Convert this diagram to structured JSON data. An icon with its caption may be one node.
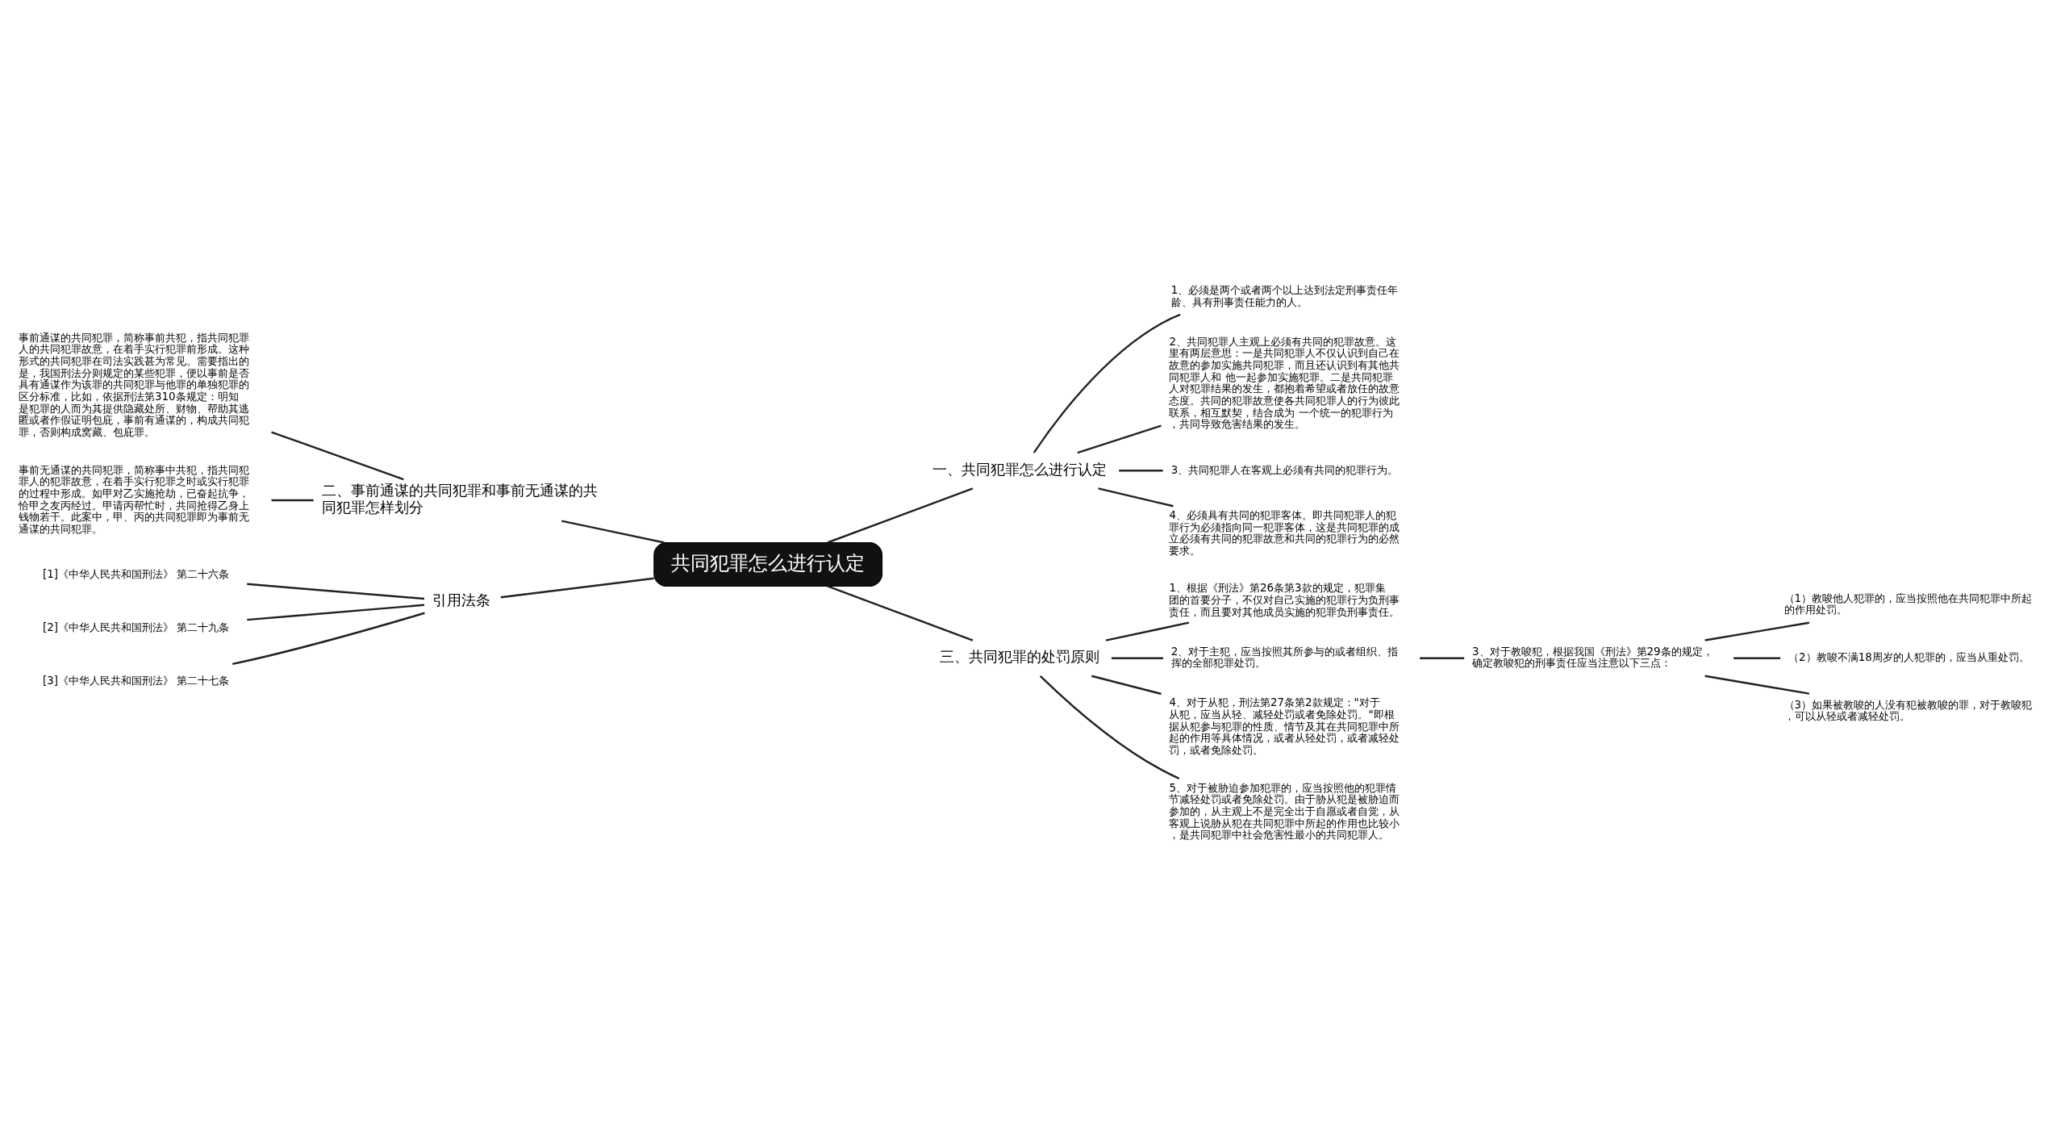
{
  "diagram": {
    "nodes": [
      {
        "text": [
          "共同犯罪怎么进行认定"
        ]
      },
      {
        "text": [
          "一、共同犯罪怎么进行认定"
        ]
      },
      {
        "text": [
          "1、必须是两个或者两个以上达到法定刑事责任年龄、具有刑事责任能力的人。"
        ]
      },
      {
        "text": [
          "2、共同犯罪人主观上必须有共同的犯罪故意。这里有两层意思：一是共同犯罪人不仅认识到自己在故意的参加实施共同犯罪，而且还认识到有其他共同犯罪人和 他一起参加实施犯罪。二是共同犯罪人对犯罪结果的发生，都抱着希望或者放任的故意态度。共同的犯罪故意使各共同犯罪人的行为彼此联系，相互默契，结合成为 一个统一的犯罪行为，共同导致危害结果的发生。"
        ]
      },
      {
        "text": [
          "3、共同犯罪人在客观上必须有共同的犯罪行为。"
        ]
      },
      {
        "text": [
          "4、必须具有共同的犯罪客体。即共同犯罪人的犯罪行为必须指向同一犯罪客体，这是共同犯罪的成立必须有共同的犯罪故意和共同的犯罪行为的必然要求。"
        ]
      },
      {
        "text": [
          "三、共同犯罪的处罚原则"
        ]
      },
      {
        "text": [
          "1、根据《刑法》第26条第3款的规定，犯罪集团的首要分子，不仅对自己实施的犯罪行为负刑事责任，而且要对其他成员实施的犯罪负刑事责任。"
        ]
      },
      {
        "text": [
          "2、对于主犯，应当按照其所参与的或者组织、指挥的全部犯罪处罚。"
        ]
      },
      {
        "text": [
          "3、对于教唆犯，根据我国《刑法》第29条的规定，确定教唆犯的刑事责任应当注意以下三点："
        ]
      },
      {
        "text": [
          "（1）教唆他人犯罪的，应当按照他在共同犯罪中所起的作用处罚。"
        ]
      },
      {
        "text": [
          "（2）教唆不满18周岁的人犯罪的，应当从重处罚。"
        ]
      },
      {
        "text": [
          "（3）如果被教唆的人没有犯被教唆的罪，对于教唆犯，可以从轻或者减轻处罚。"
        ]
      },
      {
        "text": [
          "4、对于从犯，刑法第27条第2款规定：\"对于从犯，应当从轻、减轻处罚或者免除处罚。\"即根据从犯参与犯罪的性质、情节及其在共同犯罪中所起的作用等具体情况，或者从轻处罚，或者减轻处罚，或者免除处罚。"
        ]
      },
      {
        "text": [
          "5、对于被胁迫参加犯罪的，应当按照他的犯罪情节减轻处罚或者免除处罚。由于胁从犯是被胁迫而参加的，从主观上不是完全出于自愿或者自觉，从客观上说胁从犯在共同犯罪中所起的作用也比较小，是共同犯罪中社会危害性最小的共同犯罪人。"
        ]
      },
      {
        "text": [
          "二、事前通谋的共同犯罪和事前无通谋的共同犯罪怎样划分"
        ]
      },
      {
        "text": [
          "事前通谋的共同犯罪，简称事前共犯，指共同犯罪人的共同犯罪故意，在着手实行犯罪前形成。这种形式的共同犯罪在司法实践甚为常见。需要指出的是，我国刑法分则规定的某些犯罪，便以事前是否具有通谋作为该罪的共同犯罪与他罪的单独犯罪的区分标准，比如，依据刑法第310条规定：明知是犯罪的人而为其提供隐藏处所、财物、帮助其逃匿或者作假证明包庇，事前有通谋的，构成共同犯罪，否则构成窝藏、包庇罪。"
        ]
      },
      {
        "text": [
          "事前无通谋的共同犯罪，简称事中共犯，指共同犯罪人的犯罪故意，在着手实行犯罪之时或实行犯罪的过程中形成。如甲对乙实施抢劫，已奋起抗争，恰甲之友丙经过。甲请丙帮忙时，共同抢得乙身上钱物若干。此案中，甲、丙的共同犯罪即为事前无通谋的共同犯罪。"
        ]
      },
      {
        "text": [
          "引用法条"
        ]
      },
      {
        "text": [
          "[1]《中华人民共和国刑法》 第二十六条"
        ]
      },
      {
        "text": [
          "[2]《中华人民共和国刑法》 第二十九条"
        ]
      },
      {
        "text": [
          "[3]《中华人民共和国刑法》 第二十七条"
        ]
      }
    ],
    "edges": [
      {
        "from": 0,
        "to": 1,
        "arrow": "none"
      },
      {
        "from": 1,
        "to": 2,
        "arrow": "none"
      },
      {
        "from": 1,
        "to": 3,
        "arrow": "none"
      },
      {
        "from": 1,
        "to": 4,
        "arrow": "none"
      },
      {
        "from": 1,
        "to": 5,
        "arrow": "none"
      },
      {
        "from": 0,
        "to": 6,
        "arrow": "none"
      },
      {
        "from": 6,
        "to": 7,
        "arrow": "none"
      },
      {
        "from": 6,
        "to": 8,
        "arrow": "none"
      },
      {
        "from": 8,
        "to": 9,
        "arrow": "none"
      },
      {
        "from": 9,
        "to": 10,
        "arrow": "none"
      },
      {
        "from": 9,
        "to": 11,
        "arrow": "none"
      },
      {
        "from": 9,
        "to": 12,
        "arrow": "none"
      },
      {
        "from": 6,
        "to": 13,
        "arrow": "none"
      },
      {
        "from": 6,
        "to": 14,
        "arrow": "none"
      },
      {
        "from": 0,
        "to": 15,
        "arrow": "none"
      },
      {
        "from": 15,
        "to": 16,
        "arrow": "none"
      },
      {
        "from": 15,
        "to": 17,
        "arrow": "none"
      },
      {
        "from": 0,
        "to": 18,
        "arrow": "none"
      },
      {
        "from": 18,
        "to": 19,
        "arrow": "none"
      },
      {
        "from": 18,
        "to": 20,
        "arrow": "none"
      },
      {
        "from": 18,
        "to": 21,
        "arrow": "none"
      }
    ]
  }
}
